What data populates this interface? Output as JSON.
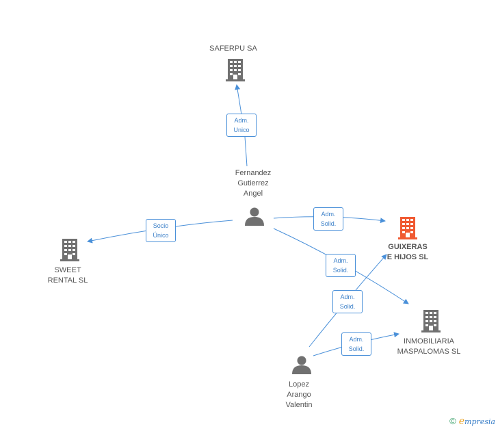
{
  "colors": {
    "edge": "#4a90d9",
    "company": "#707070",
    "focus_company": "#f05a32",
    "person": "#707070"
  },
  "nodes": {
    "saferpu": {
      "label_lines": [
        "SAFERPU SA"
      ],
      "icon": "building-icon"
    },
    "guixeras": {
      "label_lines": [
        "GUIXERAS",
        "E HIJOS SL"
      ],
      "icon": "building-icon"
    },
    "sweet": {
      "label_lines": [
        "SWEET",
        "RENTAL SL"
      ],
      "icon": "building-icon"
    },
    "inmobiliaria": {
      "label_lines": [
        "INMOBILIARIA",
        "MASPALOMAS SL"
      ],
      "icon": "building-icon"
    },
    "fernandez": {
      "label_lines": [
        "Fernandez",
        "Gutierrez",
        "Angel"
      ],
      "icon": "person-icon"
    },
    "lopez": {
      "label_lines": [
        "Lopez",
        "Arango",
        "Valentin"
      ],
      "icon": "person-icon"
    }
  },
  "edges": {
    "fernandez_saferpu": [
      "Adm.",
      "Unico"
    ],
    "fernandez_sweet": [
      "Socio",
      "Único"
    ],
    "fernandez_guixeras": [
      "Adm.",
      "Solid."
    ],
    "fernandez_inmobiliaria": [
      "Adm.",
      "Solid."
    ],
    "lopez_guixeras": [
      "Adm.",
      "Solid."
    ],
    "lopez_inmobiliaria": [
      "Adm.",
      "Solid."
    ]
  },
  "footer": {
    "copyright": "©",
    "brand_first": "e",
    "brand_rest": "mpresia"
  }
}
